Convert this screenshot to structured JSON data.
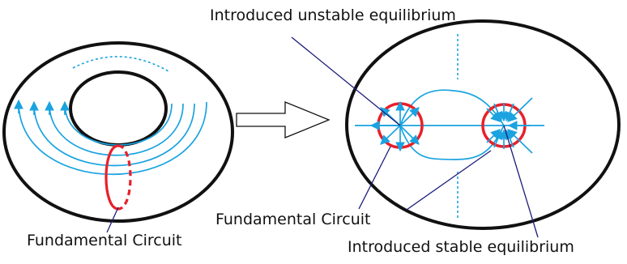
{
  "labels": {
    "unstable": "Introduced unstable equilibrium",
    "fundamental_right": "Fundamental Circuit",
    "fundamental_left": "Fundamental Circuit",
    "stable": "Introduced stable equilibrium"
  },
  "colors": {
    "outline": "#111111",
    "flow": "#1aa3e0",
    "circuit": "#e8202a",
    "pointer": "#1d1d7a"
  }
}
